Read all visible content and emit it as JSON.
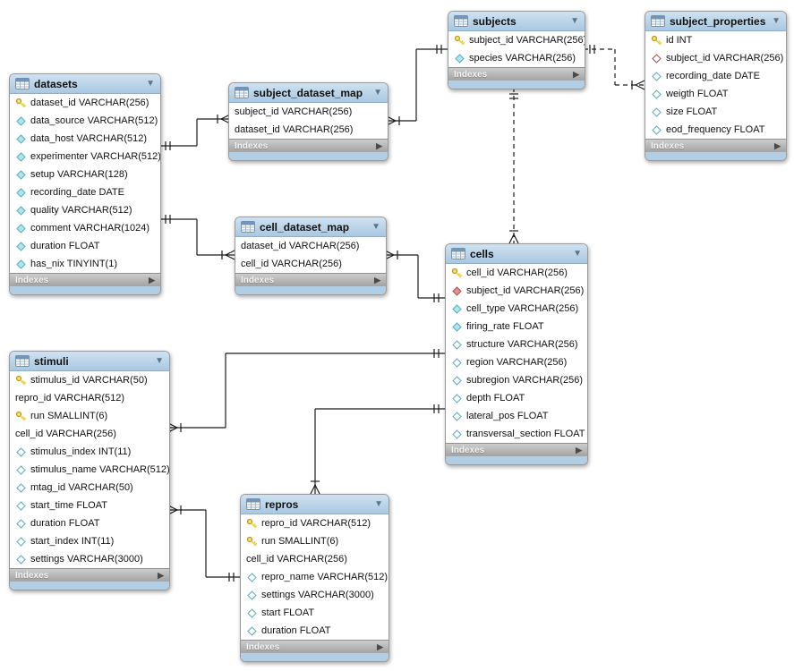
{
  "diagram": {
    "footer_label": "Indexes",
    "tables": [
      {
        "id": "datasets",
        "name": "datasets",
        "fields": [
          {
            "icon": "key",
            "text": "dataset_id VARCHAR(256)"
          },
          {
            "icon": "d-cyan-filled",
            "text": "data_source VARCHAR(512)"
          },
          {
            "icon": "d-cyan-filled",
            "text": "data_host VARCHAR(512)"
          },
          {
            "icon": "d-cyan-filled",
            "text": "experimenter VARCHAR(512)"
          },
          {
            "icon": "d-cyan-filled",
            "text": "setup VARCHAR(128)"
          },
          {
            "icon": "d-cyan-filled",
            "text": "recording_date DATE"
          },
          {
            "icon": "d-cyan-filled",
            "text": "quality VARCHAR(512)"
          },
          {
            "icon": "d-cyan-filled",
            "text": "comment VARCHAR(1024)"
          },
          {
            "icon": "d-cyan-filled",
            "text": "duration FLOAT"
          },
          {
            "icon": "d-cyan-filled",
            "text": "has_nix TINYINT(1)"
          }
        ]
      },
      {
        "id": "subject_dataset_map",
        "name": "subject_dataset_map",
        "fields": [
          {
            "icon": "none",
            "text": "subject_id VARCHAR(256)"
          },
          {
            "icon": "none",
            "text": "dataset_id VARCHAR(256)"
          }
        ]
      },
      {
        "id": "subjects",
        "name": "subjects",
        "fields": [
          {
            "icon": "key",
            "text": "subject_id VARCHAR(256)"
          },
          {
            "icon": "d-cyan-filled",
            "text": "species VARCHAR(256)"
          }
        ]
      },
      {
        "id": "subject_properties",
        "name": "subject_properties",
        "fields": [
          {
            "icon": "key",
            "text": "id INT"
          },
          {
            "icon": "d-red-open",
            "text": "subject_id VARCHAR(256)"
          },
          {
            "icon": "d-cyan-open",
            "text": "recording_date DATE"
          },
          {
            "icon": "d-cyan-open",
            "text": "weigth FLOAT"
          },
          {
            "icon": "d-cyan-open",
            "text": "size FLOAT"
          },
          {
            "icon": "d-cyan-open",
            "text": "eod_frequency FLOAT"
          }
        ]
      },
      {
        "id": "cell_dataset_map",
        "name": "cell_dataset_map",
        "fields": [
          {
            "icon": "none",
            "text": "dataset_id VARCHAR(256)"
          },
          {
            "icon": "none",
            "text": "cell_id VARCHAR(256)"
          }
        ]
      },
      {
        "id": "cells",
        "name": "cells",
        "fields": [
          {
            "icon": "key",
            "text": "cell_id VARCHAR(256)"
          },
          {
            "icon": "d-red-filled",
            "text": "subject_id VARCHAR(256)"
          },
          {
            "icon": "d-cyan-filled",
            "text": "cell_type VARCHAR(256)"
          },
          {
            "icon": "d-cyan-filled",
            "text": "firing_rate FLOAT"
          },
          {
            "icon": "d-cyan-open",
            "text": "structure VARCHAR(256)"
          },
          {
            "icon": "d-cyan-open",
            "text": "region VARCHAR(256)"
          },
          {
            "icon": "d-cyan-open",
            "text": "subregion VARCHAR(256)"
          },
          {
            "icon": "d-cyan-open",
            "text": "depth FLOAT"
          },
          {
            "icon": "d-cyan-open",
            "text": "lateral_pos FLOAT"
          },
          {
            "icon": "d-cyan-open",
            "text": "transversal_section FLOAT"
          }
        ]
      },
      {
        "id": "stimuli",
        "name": "stimuli",
        "fields": [
          {
            "icon": "key",
            "text": "stimulus_id VARCHAR(50)"
          },
          {
            "icon": "none",
            "text": "repro_id VARCHAR(512)"
          },
          {
            "icon": "key",
            "text": "run SMALLINT(6)"
          },
          {
            "icon": "none",
            "text": "cell_id VARCHAR(256)"
          },
          {
            "icon": "d-cyan-open",
            "text": "stimulus_index INT(11)"
          },
          {
            "icon": "d-cyan-open",
            "text": "stimulus_name VARCHAR(512)"
          },
          {
            "icon": "d-cyan-open",
            "text": "mtag_id VARCHAR(50)"
          },
          {
            "icon": "d-cyan-open",
            "text": "start_time FLOAT"
          },
          {
            "icon": "d-cyan-open",
            "text": "duration FLOAT"
          },
          {
            "icon": "d-cyan-open",
            "text": "start_index INT(11)"
          },
          {
            "icon": "d-cyan-open",
            "text": "settings VARCHAR(3000)"
          }
        ]
      },
      {
        "id": "repros",
        "name": "repros",
        "fields": [
          {
            "icon": "key",
            "text": "repro_id VARCHAR(512)"
          },
          {
            "icon": "key",
            "text": "run SMALLINT(6)"
          },
          {
            "icon": "none",
            "text": "cell_id VARCHAR(256)"
          },
          {
            "icon": "d-cyan-open",
            "text": "repro_name VARCHAR(512)"
          },
          {
            "icon": "d-cyan-open",
            "text": "settings VARCHAR(3000)"
          },
          {
            "icon": "d-cyan-open",
            "text": "start FLOAT"
          },
          {
            "icon": "d-cyan-open",
            "text": "duration FLOAT"
          }
        ]
      }
    ],
    "relationships": [
      {
        "from": "datasets",
        "from_card": "one",
        "to": "subject_dataset_map",
        "to_card": "many",
        "style": "solid"
      },
      {
        "from": "datasets",
        "from_card": "one",
        "to": "cell_dataset_map",
        "to_card": "many",
        "style": "solid"
      },
      {
        "from": "subject_dataset_map",
        "from_card": "many",
        "to": "subjects",
        "to_card": "one",
        "style": "solid"
      },
      {
        "from": "subjects",
        "from_card": "one",
        "to": "subject_properties",
        "to_card": "many",
        "style": "dashed"
      },
      {
        "from": "subjects",
        "from_card": "one",
        "to": "cells",
        "to_card": "many",
        "style": "dashed"
      },
      {
        "from": "cell_dataset_map",
        "from_card": "many",
        "to": "cells",
        "to_card": "one",
        "style": "solid"
      },
      {
        "from": "stimuli",
        "from_card": "many",
        "to": "cells",
        "to_card": "one",
        "style": "solid"
      },
      {
        "from": "cells",
        "from_card": "one",
        "to": "repros",
        "to_card": "many",
        "style": "solid"
      },
      {
        "from": "stimuli",
        "from_card": "many",
        "to": "repros",
        "to_card": "one",
        "style": "solid"
      }
    ]
  },
  "colors": {
    "header_blue_top": "#cfe2f1",
    "header_blue_bottom": "#a9c8e1",
    "strip_blue": "#b2cee5",
    "footer_gray_top": "#cccccc",
    "footer_gray_bottom": "#a3a3a3",
    "line": "#1b1b1b",
    "key_gold": "#f2cf3a",
    "key_gold_stroke": "#b8962e",
    "diamond_cyan_fill": "#aee6ef",
    "diamond_cyan_stroke": "#58aebc",
    "diamond_red_fill": "#e68f8f",
    "diamond_red_stroke": "#aa5252"
  }
}
